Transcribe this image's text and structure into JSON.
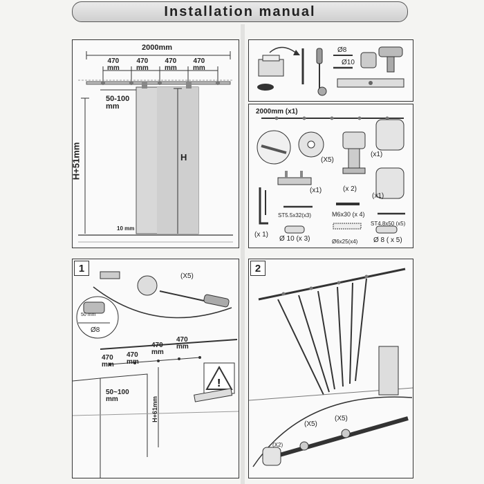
{
  "header": {
    "title": "Installation manual"
  },
  "panel_dimensions": {
    "total_width": "2000mm",
    "segments": [
      "470\nmm",
      "470\nmm",
      "470\nmm",
      "470\nmm"
    ],
    "gap": "50-100\nmm",
    "height_total": "H+51mm",
    "height_door": "H",
    "floor_gap": "10 mm"
  },
  "panel_tools": {
    "drill_bits": [
      "Ø8",
      "Ø10"
    ]
  },
  "panel_parts": {
    "rail": "2000mm (x1)",
    "items": [
      {
        "label": "(X5)"
      },
      {
        "label": "(x1)"
      },
      {
        "label": "(x1)"
      },
      {
        "label": "(x 2)"
      },
      {
        "label": "(x1)"
      },
      {
        "label": "(x 1)"
      },
      {
        "label": "ST5.5x32(x3)"
      },
      {
        "label": "M6x30 (x 4)"
      },
      {
        "label": "ST4.8x50 (x5)"
      },
      {
        "label": "Ø 10  (x 3)"
      },
      {
        "label": "Ø6x25(x4)"
      },
      {
        "label": "Ø 8  ( x 5)"
      }
    ]
  },
  "step1": {
    "number": "1",
    "qty": "(X5)",
    "drill_depth": "50 mm",
    "drill_bit": "Ø8",
    "segments": [
      "470\nmm",
      "470\nmm",
      "470\nmm",
      "470\nmm"
    ],
    "gap": "50~100\nmm",
    "height": "H+61mm"
  },
  "step2": {
    "number": "2",
    "qty_a": "(X5)",
    "qty_b": "(X5)",
    "qty_c": "(X2)"
  }
}
